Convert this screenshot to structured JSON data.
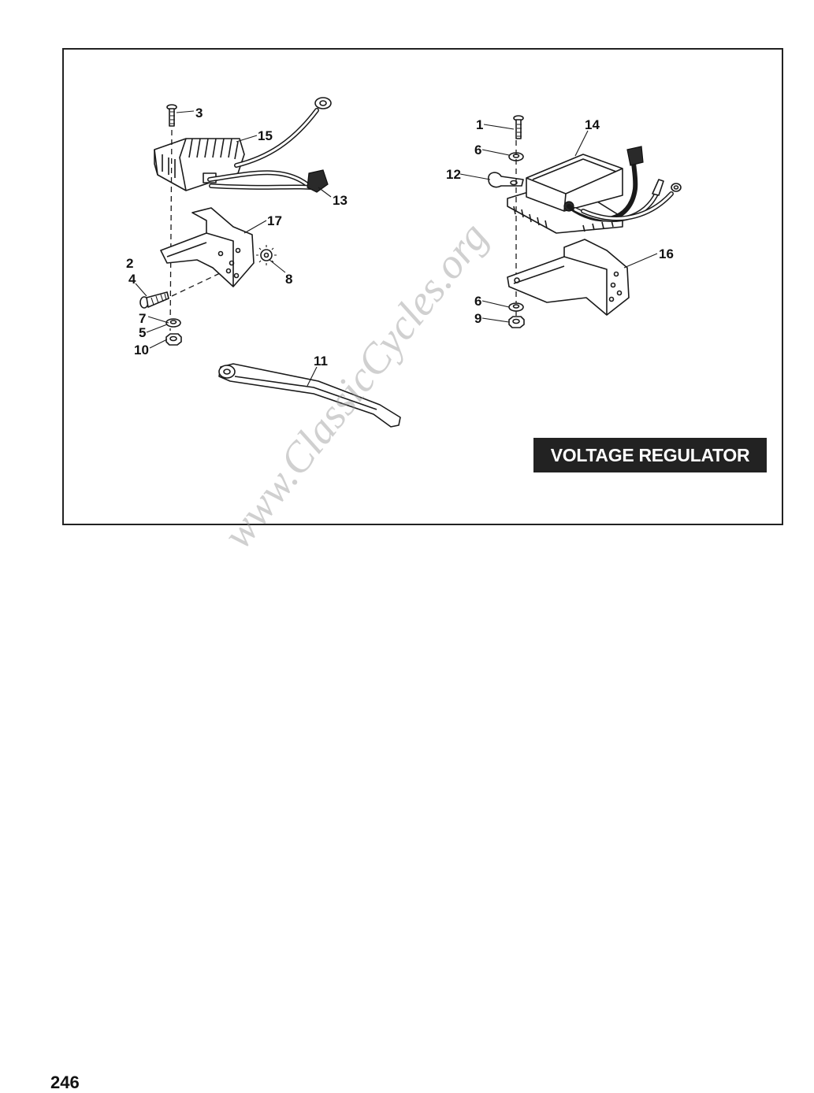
{
  "diagram": {
    "title": "VOLTAGE REGULATOR",
    "callouts": {
      "c1": "1",
      "c2": "2",
      "c3": "3",
      "c4": "4",
      "c5": "5",
      "c6a": "6",
      "c6b": "6",
      "c7": "7",
      "c8": "8",
      "c9": "9",
      "c10": "10",
      "c11": "11",
      "c12": "12",
      "c13": "13",
      "c14": "14",
      "c15": "15",
      "c16": "16",
      "c17": "17"
    }
  },
  "watermark": "www.ClassicCycles.org",
  "page_number": "246"
}
